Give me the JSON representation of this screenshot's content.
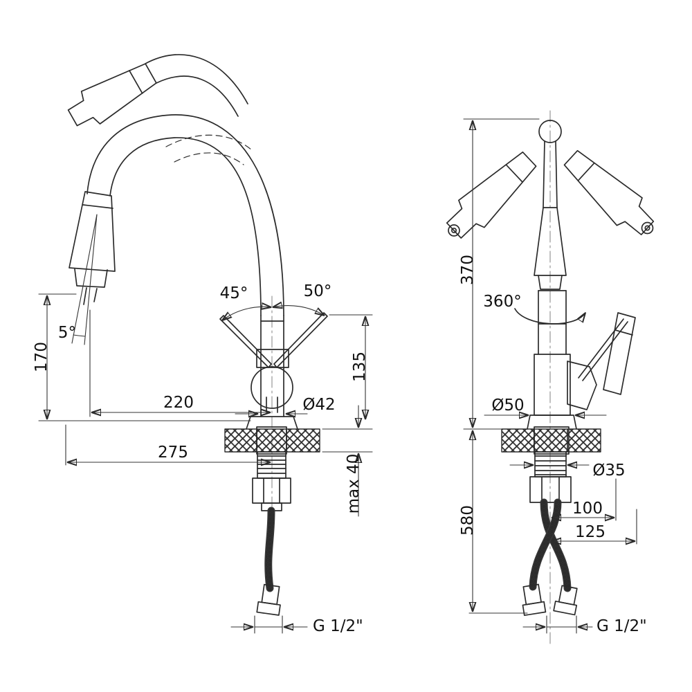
{
  "page": {
    "background": "#ffffff",
    "subject": "Technical dimension drawing of a kitchen mixer faucet with flexible pull-down spray head, front and side projections"
  },
  "drawing": {
    "line_color": "#2b2b2b",
    "views": {
      "front": {
        "name": "front-projection",
        "labels": {
          "angle_left_lever": "45°",
          "angle_right_lever": "50°",
          "head_tilt": "5°",
          "spout_height": "170",
          "spout_reach": "220",
          "overall_reach": "275",
          "body_diameter": "Ø42",
          "handle_height": "135",
          "deck_thickness": "max 40",
          "thread": "G 1/2\""
        }
      },
      "side": {
        "name": "side-projection",
        "labels": {
          "height": "370",
          "swivel": "360°",
          "base_diameter": "Ø50",
          "shank_diameter": "Ø35",
          "offset_small": "100",
          "offset_large": "125",
          "hose_drop": "580",
          "thread": "G 1/2\""
        }
      }
    }
  }
}
